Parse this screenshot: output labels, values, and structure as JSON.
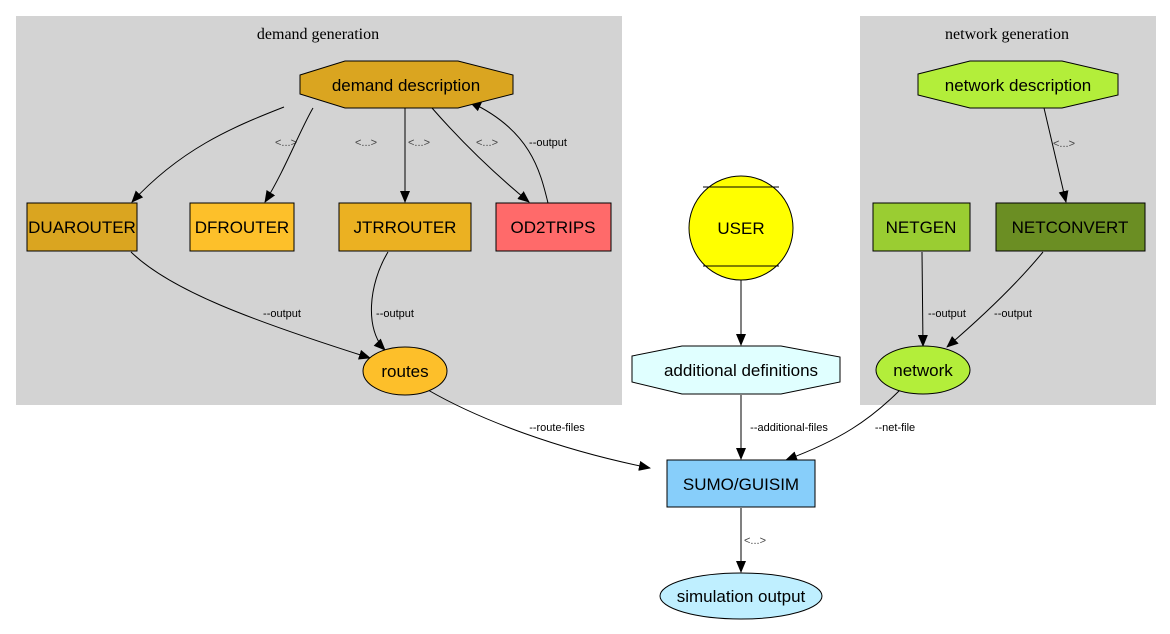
{
  "clusters": {
    "demand": {
      "title": "demand generation",
      "color": "#d3d3d3"
    },
    "network": {
      "title": "network generation",
      "color": "#d3d3d3"
    }
  },
  "nodes": {
    "demand_description": {
      "label": "demand description",
      "shape": "octagon",
      "color": "#daa520"
    },
    "duarouter": {
      "label": "DUAROUTER",
      "shape": "box",
      "color": "#daa520"
    },
    "dfrouter": {
      "label": "DFROUTER",
      "shape": "box",
      "color": "#fdc02a"
    },
    "jtrrouter": {
      "label": "JTRROUTER",
      "shape": "box",
      "color": "#ebb122"
    },
    "od2trips": {
      "label": "OD2TRIPS",
      "shape": "box",
      "color": "#ff6a6a"
    },
    "routes": {
      "label": "routes",
      "shape": "ellipse",
      "color": "#fdbf2a"
    },
    "user": {
      "label": "USER",
      "shape": "Mcircle",
      "color": "#ffff00"
    },
    "additional_definitions": {
      "label": "additional definitions",
      "shape": "octagon",
      "color": "#e0ffff"
    },
    "network_description": {
      "label": "network description",
      "shape": "octagon",
      "color": "#b3ee3a"
    },
    "netgen": {
      "label": "NETGEN",
      "shape": "box",
      "color": "#9acd32"
    },
    "netconvert": {
      "label": "NETCONVERT",
      "shape": "box",
      "color": "#6b8e23"
    },
    "network": {
      "label": "network",
      "shape": "ellipse",
      "color": "#b3ee3a"
    },
    "sumo_guisim": {
      "label": "SUMO/GUISIM",
      "shape": "box",
      "color": "#87cefa"
    },
    "simulation_output": {
      "label": "simulation output",
      "shape": "ellipse",
      "color": "#bfefff"
    }
  },
  "edges": [
    {
      "from": "demand_description",
      "to": "duarouter",
      "label": "<...>"
    },
    {
      "from": "demand_description",
      "to": "dfrouter",
      "label": "<...>"
    },
    {
      "from": "demand_description",
      "to": "jtrrouter",
      "label": "<...>"
    },
    {
      "from": "demand_description",
      "to": "od2trips",
      "label": "<...>"
    },
    {
      "from": "od2trips",
      "to": "demand_description",
      "label": "--output"
    },
    {
      "from": "duarouter",
      "to": "routes",
      "label": "--output"
    },
    {
      "from": "jtrrouter",
      "to": "routes",
      "label": "--output"
    },
    {
      "from": "network_description",
      "to": "netconvert",
      "label": "<...>"
    },
    {
      "from": "netgen",
      "to": "network",
      "label": "--output"
    },
    {
      "from": "netconvert",
      "to": "network",
      "label": "--output"
    },
    {
      "from": "user",
      "to": "additional_definitions",
      "label": ""
    },
    {
      "from": "routes",
      "to": "sumo_guisim",
      "label": "--route-files"
    },
    {
      "from": "additional_definitions",
      "to": "sumo_guisim",
      "label": "--additional-files"
    },
    {
      "from": "network",
      "to": "sumo_guisim",
      "label": "--net-file"
    },
    {
      "from": "sumo_guisim",
      "to": "simulation_output",
      "label": "<...>"
    }
  ]
}
